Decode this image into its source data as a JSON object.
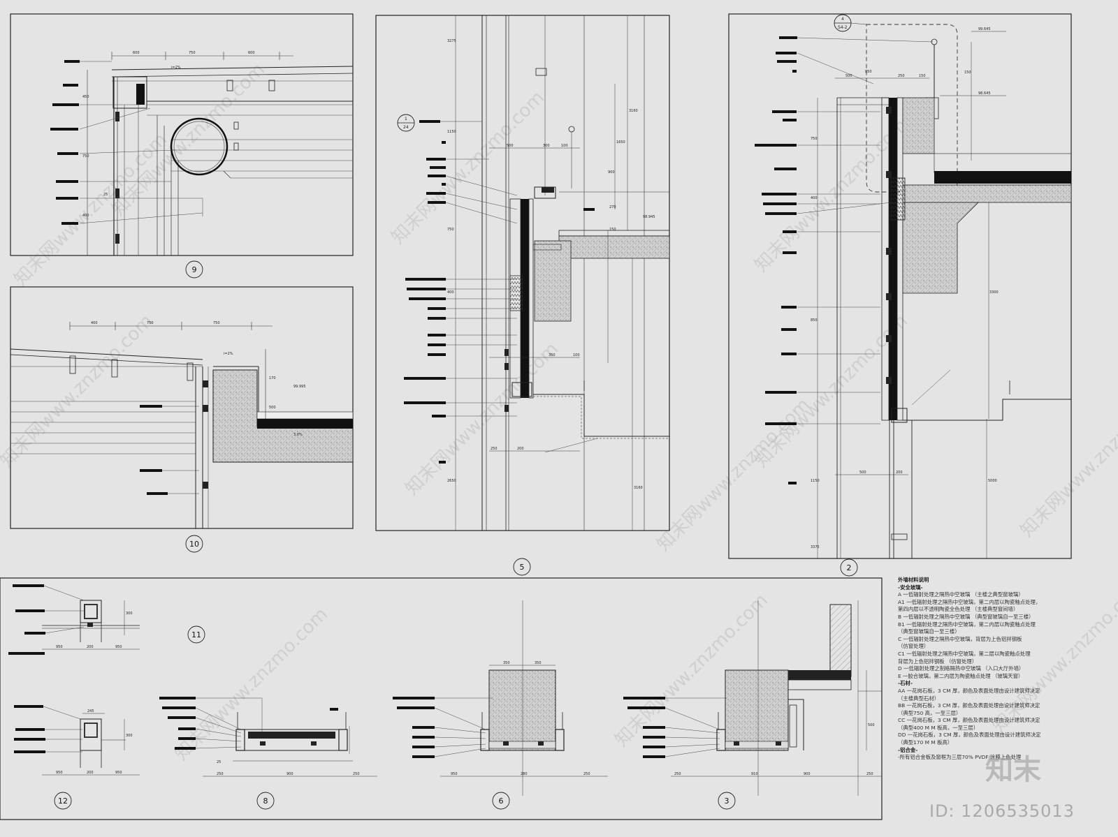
{
  "panels": [
    {
      "id": "9",
      "label": "9"
    },
    {
      "id": "10",
      "label": "10"
    },
    {
      "id": "5",
      "label": "5"
    },
    {
      "id": "2",
      "label": "2"
    },
    {
      "id": "11",
      "label": "11"
    },
    {
      "id": "12",
      "label": "12"
    },
    {
      "id": "8",
      "label": "8"
    },
    {
      "id": "6",
      "label": "6"
    },
    {
      "id": "3",
      "label": "3"
    }
  ],
  "dimensions": {
    "p9": [
      "600",
      "750",
      "600",
      "450",
      "750",
      "400",
      "25",
      "i=2%"
    ],
    "p10": [
      "400",
      "750",
      "750",
      "i=2%",
      "99.995",
      "170",
      "500",
      "3.0%"
    ],
    "p5": [
      "3275",
      "1150",
      "500",
      "300",
      "100",
      "1650",
      "3160",
      "900",
      "750",
      "270",
      "98.945",
      "150",
      "400",
      "350",
      "100",
      "250",
      "200",
      "2650",
      "3160"
    ],
    "p2": [
      "99.645",
      "500",
      "850",
      "250",
      "150",
      "98.645",
      "750",
      "400",
      "850",
      "150",
      "1150",
      "3375",
      "500",
      "200",
      "3300",
      "5000"
    ],
    "p11": [
      "950",
      "200",
      "950",
      "300"
    ],
    "p12": [
      "245",
      "950",
      "200",
      "950",
      "300"
    ],
    "p8": [
      "250",
      "900",
      "250",
      "25"
    ],
    "p6": [
      "350",
      "350",
      "950",
      "280",
      "250"
    ],
    "p3": [
      "250",
      "910",
      "900",
      "250",
      "500"
    ]
  },
  "section_callouts": {
    "p5": {
      "top": "1",
      "bottom": "24"
    },
    "p2": {
      "top": "4",
      "bottom": "S4-2"
    }
  },
  "legend": {
    "title": "外墙材料说明",
    "lines": [
      {
        "text": "-安全玻璃-",
        "head": true
      },
      {
        "text": "A 一低辐射处理之隔热中空玻璃 （主楼之典型窗玻璃）",
        "head": false
      },
      {
        "text": "A1 一低辐射处理之隔热中空玻璃，第二内层以陶瓷釉点处理，",
        "head": false
      },
      {
        "text": "   第四内层以不透明陶瓷全色处理 （主楼典型窗间墙）",
        "head": false
      },
      {
        "text": "B 一低辐射处理之隔热中空玻璃 （典型窗玻璃自一至三楼）",
        "head": false
      },
      {
        "text": "B1 一低辐射处理之隔热中空玻璃，第二内层以陶瓷釉点处理",
        "head": false
      },
      {
        "text": "   （典型窗玻璃自一至三楼）",
        "head": false
      },
      {
        "text": "C 一低辐射处理之隔热中空玻璃，背层为上色铝拌钢板",
        "head": false
      },
      {
        "text": "   （仿窗处理）",
        "head": false
      },
      {
        "text": "C1 一低辐射处理之隔热中空玻璃，第二层以陶瓷釉点处理",
        "head": false
      },
      {
        "text": "   背层为上色铝拌钢板 （仿窗处理）",
        "head": false
      },
      {
        "text": "D 一低辐射处理之制格隔热中空玻璃 （入口大厅外墙）",
        "head": false
      },
      {
        "text": "E 一胶合玻璃，第二内层为陶瓷釉点处理 （玻璃天窗）",
        "head": false
      },
      {
        "text": "-石材-",
        "head": true
      },
      {
        "text": "AA 一花岗石板，3 CM 厚，颜色及表面处理由设计建筑师决定",
        "head": false
      },
      {
        "text": "   （主楼典型石材）",
        "head": false
      },
      {
        "text": "BB 一花岗石板，3 CM 厚，颜色及表面处理由设计建筑师决定",
        "head": false
      },
      {
        "text": "   （典型750 高，一至三层）",
        "head": false
      },
      {
        "text": "CC 一花岗石板，3 CM 厚，颜色及表面处理由设计建筑师决定",
        "head": false
      },
      {
        "text": "   （典型400 M M 板高，一至三层）",
        "head": false
      },
      {
        "text": "DD 一花岗石板，3 CM 厚，颜色及表面处理由设计建筑师决定",
        "head": false
      },
      {
        "text": "   （典型170 M M 板高）",
        "head": false
      },
      {
        "text": "-铝合金-",
        "head": true
      },
      {
        "text": "-所有铝合金板及窗框为三层70% PVDF 涂膜上色处理",
        "head": false
      }
    ]
  },
  "watermark": {
    "text": "知末网www.znzmo.com",
    "logo": "知末",
    "id_label": "ID: 1206535013"
  }
}
